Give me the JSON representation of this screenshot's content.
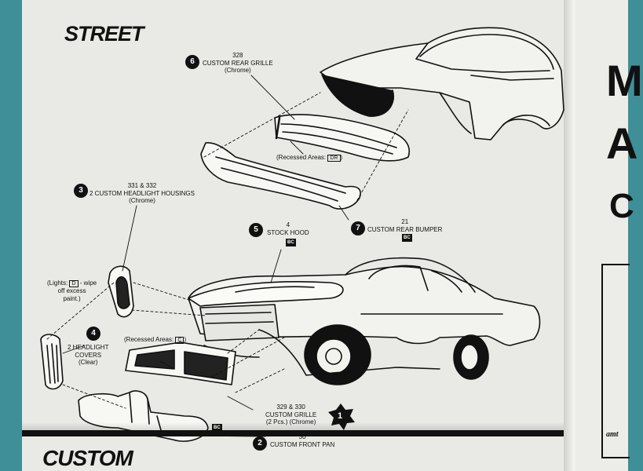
{
  "sheet": {
    "street_heading": "STREET",
    "custom_heading": "CUSTOM"
  },
  "callouts": {
    "grille_rear": {
      "step": "6",
      "part_no": "328",
      "name": "CUSTOM REAR GRILLE",
      "finish": "(Chrome)"
    },
    "recessed_dr": {
      "text": "(Recessed Areas:",
      "code": "DR",
      "close": ")"
    },
    "headlight_housings": {
      "step": "3",
      "part_no": "331 & 332",
      "name": "2 CUSTOM HEADLIGHT HOUSINGS",
      "finish": "(Chrome)"
    },
    "hood": {
      "step": "5",
      "part_no": "4",
      "name": "STOCK HOOD",
      "badge": "BC"
    },
    "rear_bumper": {
      "step": "7",
      "part_no": "21",
      "name": "CUSTOM REAR BUMPER",
      "badge": "BC"
    },
    "lights_note": {
      "line1_a": "(Lights:",
      "code": "D",
      "line1_b": "- wipe",
      "line2": "off excess",
      "line3": "paint.)"
    },
    "headlight_covers": {
      "step": "4",
      "name": "2 HEADLIGHT",
      "name2": "COVERS",
      "finish": "(Clear)"
    },
    "recessed_c": {
      "text": "(Recessed Areas:",
      "code": "C",
      "close": ")"
    },
    "front_grille": {
      "step": "1",
      "part_no": "329 & 330",
      "name": "CUSTOM GRILLE",
      "finish": "(2 Pcs.) (Chrome)"
    },
    "front_pan": {
      "step": "2",
      "part_no": "30",
      "name": "CUSTOM FRONT PAN",
      "badge": "BC"
    }
  },
  "right_page": {
    "letters": [
      "M",
      "A",
      "C"
    ],
    "logo_text": "amt"
  },
  "colors": {
    "background": "#3f8f98",
    "paper": "#e9e9e5",
    "ink": "#111111"
  }
}
